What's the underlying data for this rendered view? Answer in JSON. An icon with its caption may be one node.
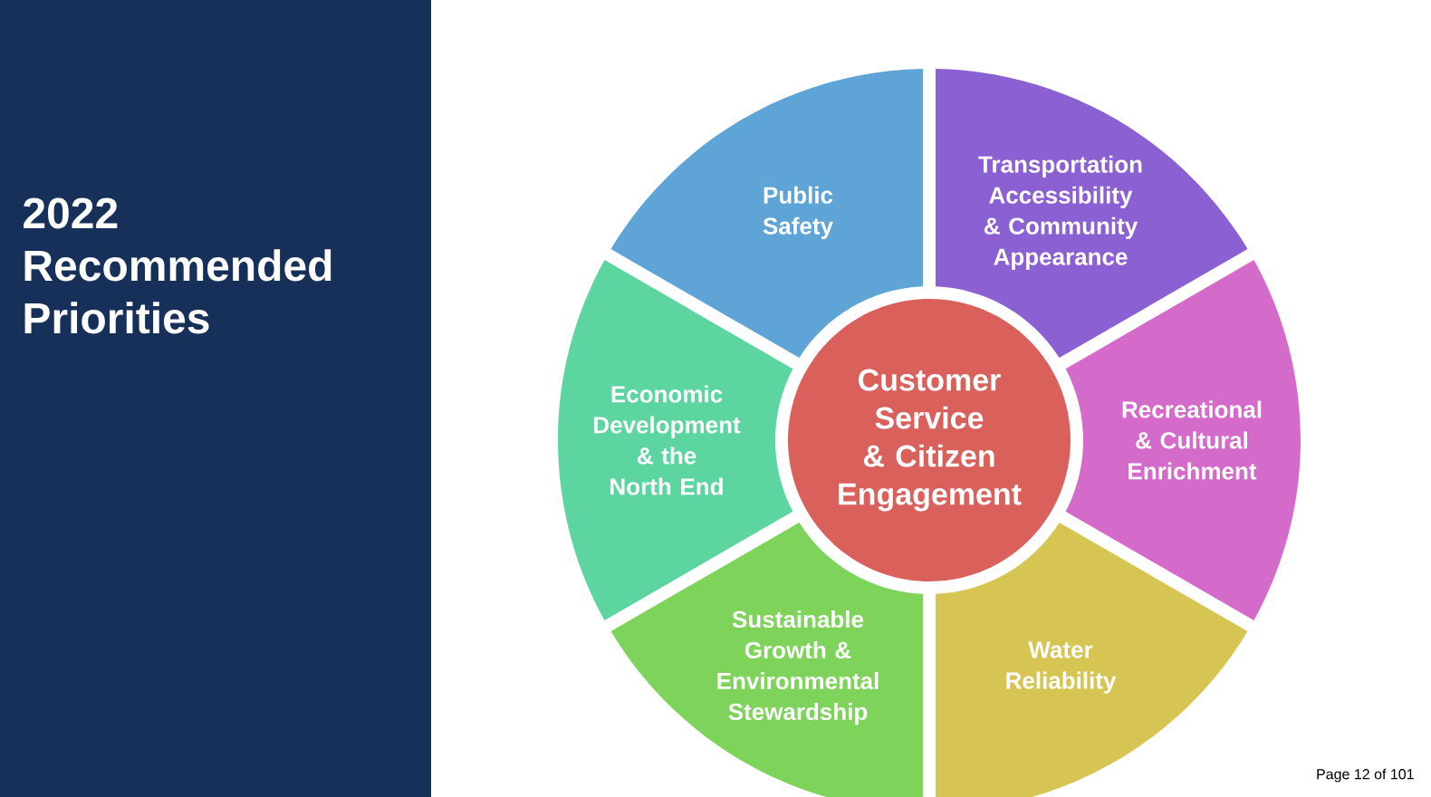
{
  "diagram": {
    "title": "2022 Recommended Priorities",
    "nodes": [
      {
        "text": [
          "Public Safety"
        ]
      },
      {
        "text": [
          "Transportation Accessibility & Community Appearance"
        ]
      },
      {
        "text": [
          "Economic Development & the North End"
        ]
      },
      {
        "text": [
          "Customer Service & Citizen Engagement"
        ]
      },
      {
        "text": [
          "Recreational & Cultural Enrichment"
        ]
      },
      {
        "text": [
          "Sustainable Growth & Environmental Stewardship"
        ]
      },
      {
        "text": [
          "Water Reliability"
        ]
      }
    ],
    "edges": [],
    "labels": [
      "Page 12 of 101"
    ]
  }
}
